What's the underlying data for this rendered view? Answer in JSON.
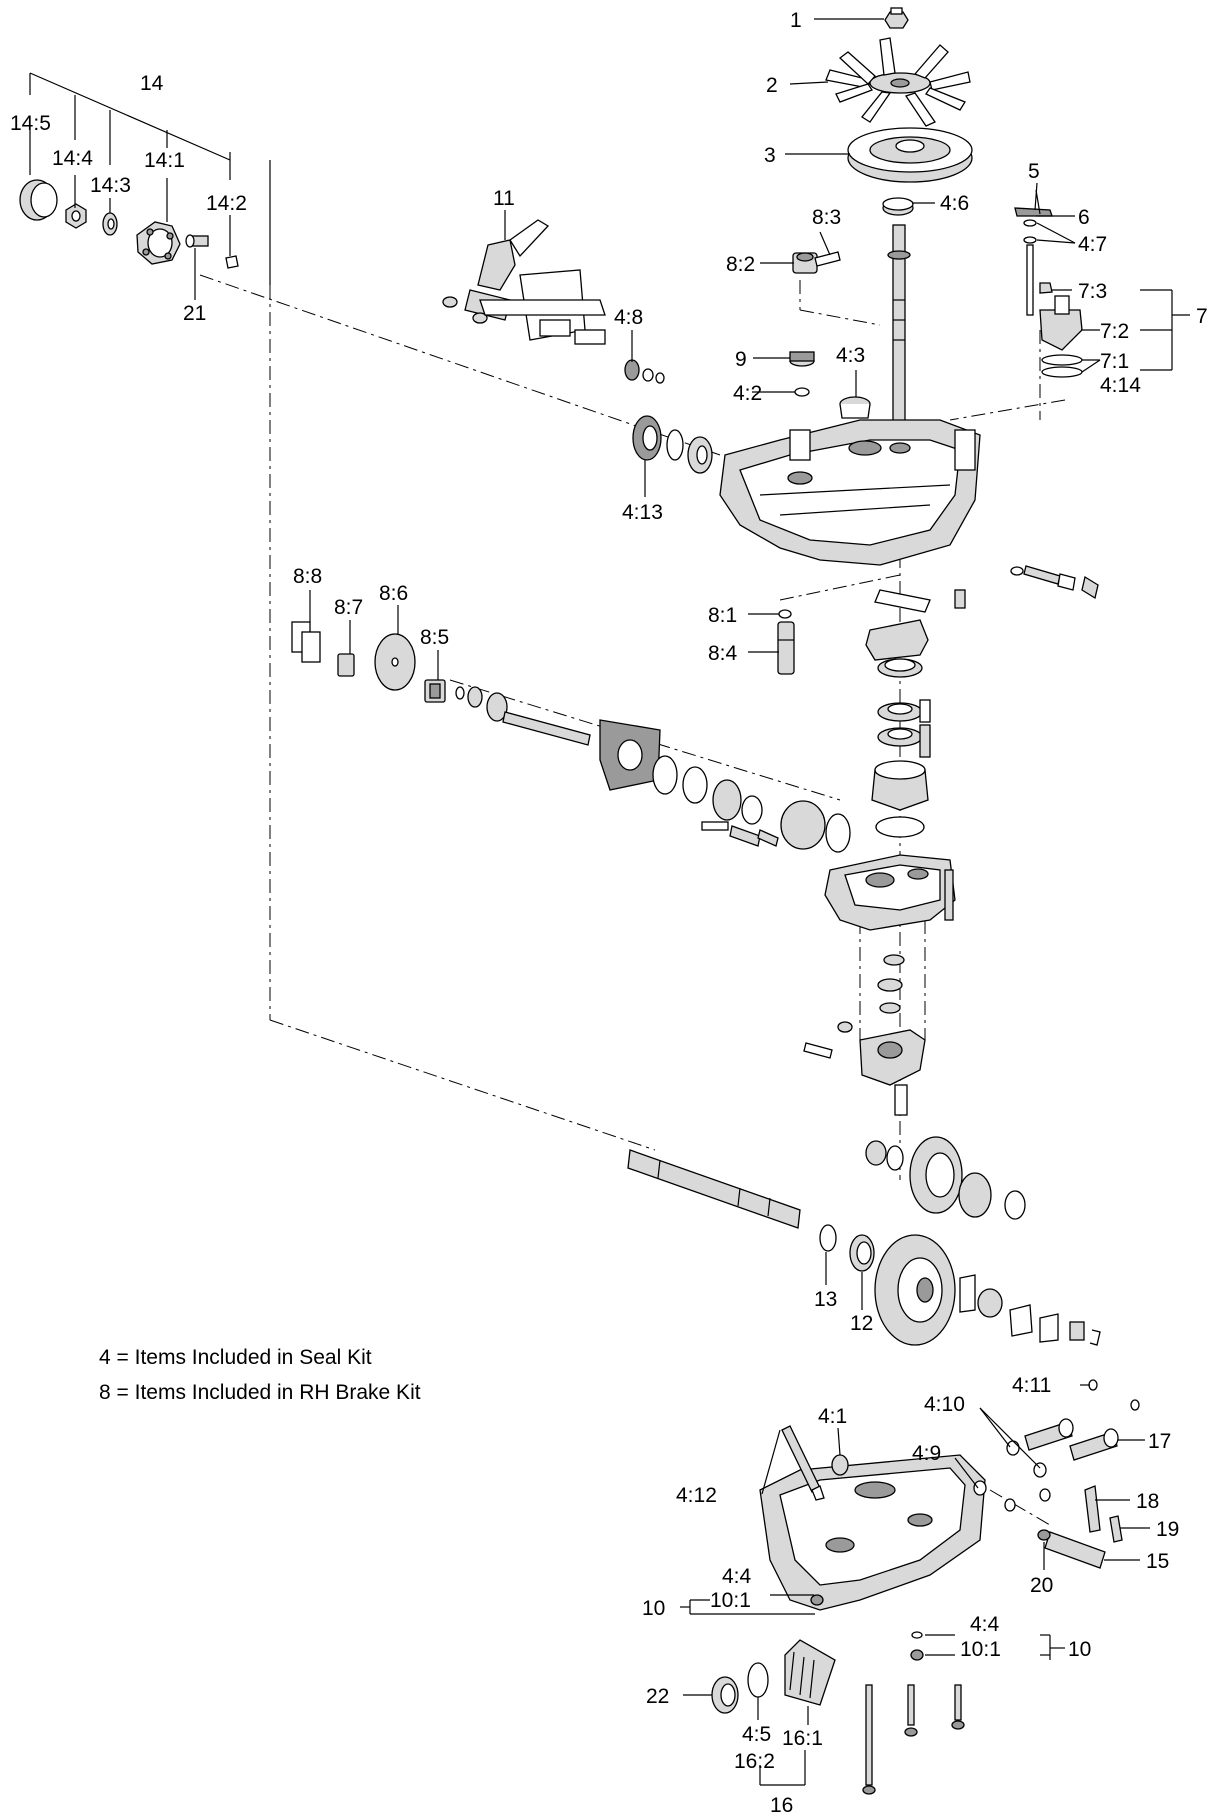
{
  "callouts": {
    "c1": "1",
    "c2": "2",
    "c3": "3",
    "c4_6": "4:6",
    "c5": "5",
    "c6": "6",
    "c4_7": "4:7",
    "c7_3": "7:3",
    "c7_2": "7:2",
    "c7_1": "7:1",
    "c7": "7",
    "c4_14": "4:14",
    "c8_3": "8:3",
    "c8_2": "8:2",
    "c11": "11",
    "c4_8": "4:8",
    "c9": "9",
    "c4_3": "4:3",
    "c4_2": "4:2",
    "c4_13": "4:13",
    "c8_1": "8:1",
    "c8_4": "8:4",
    "c14": "14",
    "c14_5": "14:5",
    "c14_4": "14:4",
    "c14_3": "14:3",
    "c14_1": "14:1",
    "c14_2": "14:2",
    "c21": "21",
    "c8_8": "8:8",
    "c8_7": "8:7",
    "c8_6": "8:6",
    "c8_5": "8:5",
    "c13": "13",
    "c12": "12",
    "c4_11": "4:11",
    "c4_10": "4:10",
    "c17": "17",
    "c4_9": "4:9",
    "c4_1": "4:1",
    "c4_12": "4:12",
    "c18": "18",
    "c19": "19",
    "c15": "15",
    "c20": "20",
    "c4_4a": "4:4",
    "c10_1a": "10:1",
    "c10a": "10",
    "c4_4b": "4:4",
    "c10_1b": "10:1",
    "c10b": "10",
    "c22": "22",
    "c4_5": "4:5",
    "c16_1": "16:1",
    "c16_2": "16:2",
    "c16": "16"
  },
  "notes": {
    "seal_kit": "4 = Items Included in Seal Kit",
    "brake_kit": "8 = Items Included in RH Brake Kit"
  }
}
